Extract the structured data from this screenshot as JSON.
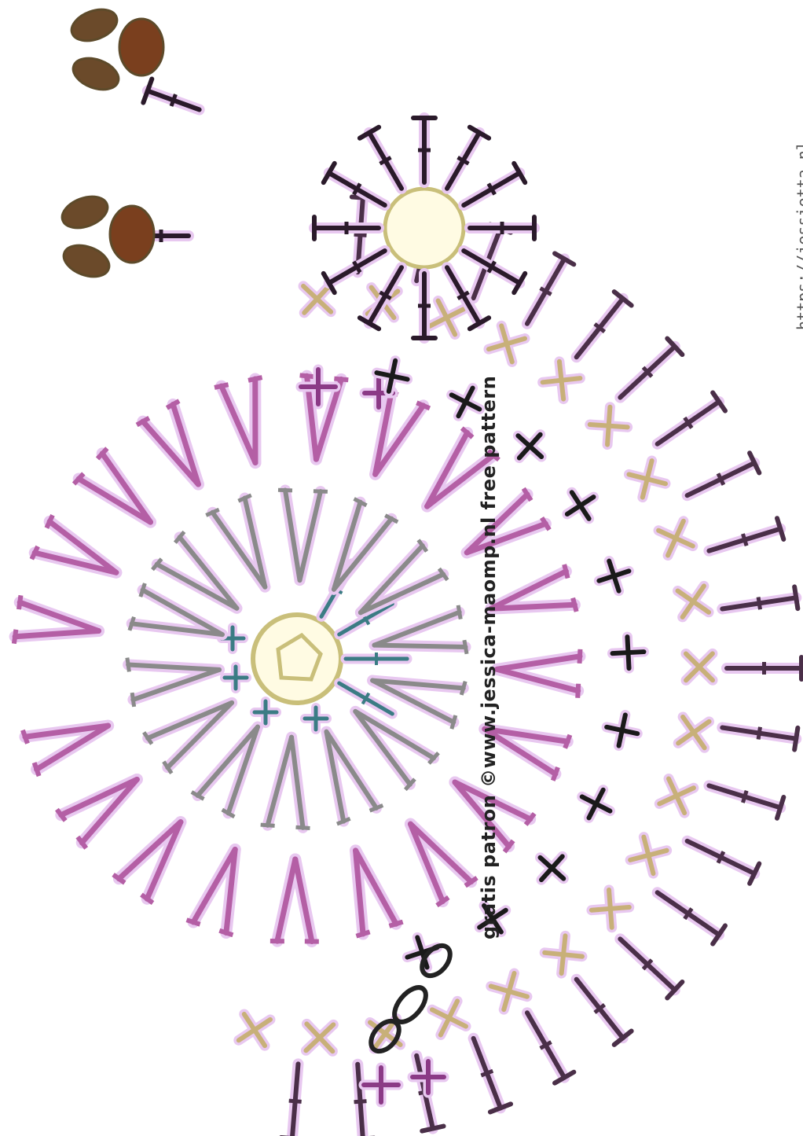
{
  "watermark": "gratis patron ©www.jessica-maomp.nl free pattern",
  "url": "https://jessietta.nl",
  "colors": {
    "outer_dc": "#4a2f48",
    "outer_sc": "#c8b079",
    "black_sc": "#1a1a1a",
    "pink_v": "#b45fa5",
    "grey_v": "#8a8a8a",
    "teal": "#3b7c84",
    "ring": "#c9bf7a",
    "ring_fill": "#fffbe3",
    "shadow": "#e8c8f0",
    "brown": "#7a3f1e",
    "ear_outline": "#5d4a2a",
    "eye_dc": "#2a1a2a",
    "pink_x": "#8b3a86"
  },
  "symbols": {
    "slip_knot": "chain-stitch",
    "cross": "single-crochet",
    "tee": "double-crochet",
    "vee": "increase",
    "oval": "chain"
  }
}
